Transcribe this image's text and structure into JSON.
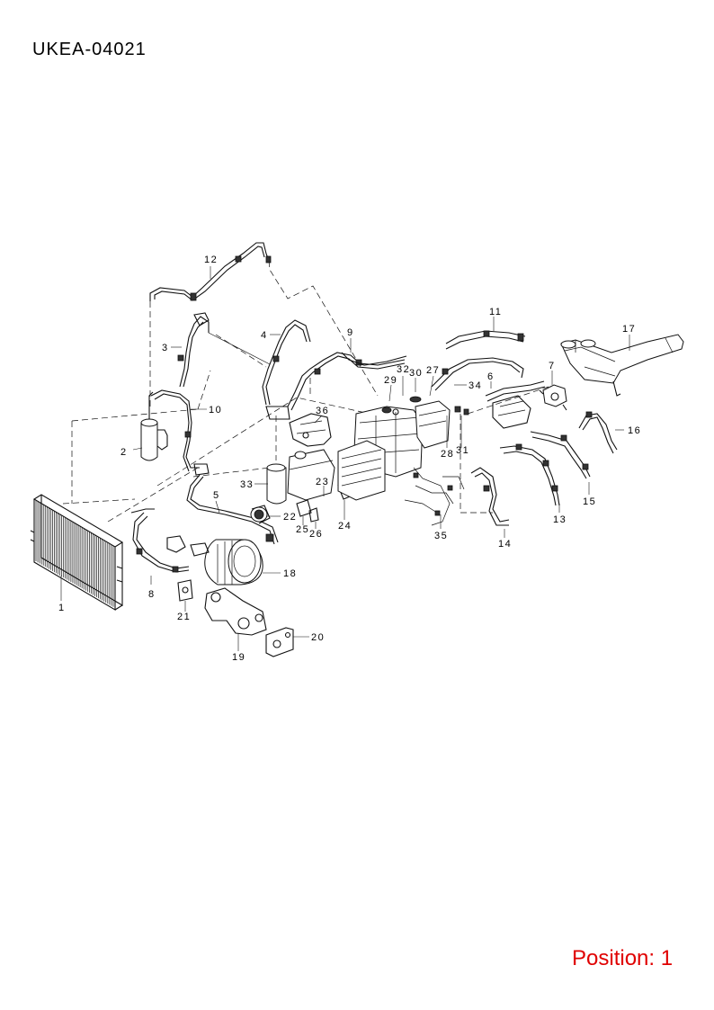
{
  "header": {
    "title": "UKEA-04021"
  },
  "footer": {
    "position_label": "Position: 1"
  },
  "callouts": [
    {
      "id": "c1",
      "label": "1"
    },
    {
      "id": "c2",
      "label": "2"
    },
    {
      "id": "c3",
      "label": "3"
    },
    {
      "id": "c4",
      "label": "4"
    },
    {
      "id": "c5",
      "label": "5"
    },
    {
      "id": "c6",
      "label": "6"
    },
    {
      "id": "c7",
      "label": "7"
    },
    {
      "id": "c8",
      "label": "8"
    },
    {
      "id": "c9",
      "label": "9"
    },
    {
      "id": "c10",
      "label": "10"
    },
    {
      "id": "c11",
      "label": "11"
    },
    {
      "id": "c12",
      "label": "12"
    },
    {
      "id": "c13",
      "label": "13"
    },
    {
      "id": "c14",
      "label": "14"
    },
    {
      "id": "c15",
      "label": "15"
    },
    {
      "id": "c16",
      "label": "16"
    },
    {
      "id": "c17",
      "label": "17"
    },
    {
      "id": "c18",
      "label": "18"
    },
    {
      "id": "c19",
      "label": "19"
    },
    {
      "id": "c20",
      "label": "20"
    },
    {
      "id": "c21",
      "label": "21"
    },
    {
      "id": "c22",
      "label": "22"
    },
    {
      "id": "c23",
      "label": "23"
    },
    {
      "id": "c24",
      "label": "24"
    },
    {
      "id": "c25",
      "label": "25"
    },
    {
      "id": "c26",
      "label": "26"
    },
    {
      "id": "c27",
      "label": "27"
    },
    {
      "id": "c28",
      "label": "28"
    },
    {
      "id": "c29",
      "label": "29"
    },
    {
      "id": "c30",
      "label": "30"
    },
    {
      "id": "c31",
      "label": "31"
    },
    {
      "id": "c32",
      "label": "32"
    },
    {
      "id": "c33",
      "label": "33"
    },
    {
      "id": "c34",
      "label": "34"
    },
    {
      "id": "c35",
      "label": "35"
    },
    {
      "id": "c36",
      "label": "36"
    }
  ],
  "colors": {
    "position_text": "#e00000",
    "line": "#111111"
  }
}
